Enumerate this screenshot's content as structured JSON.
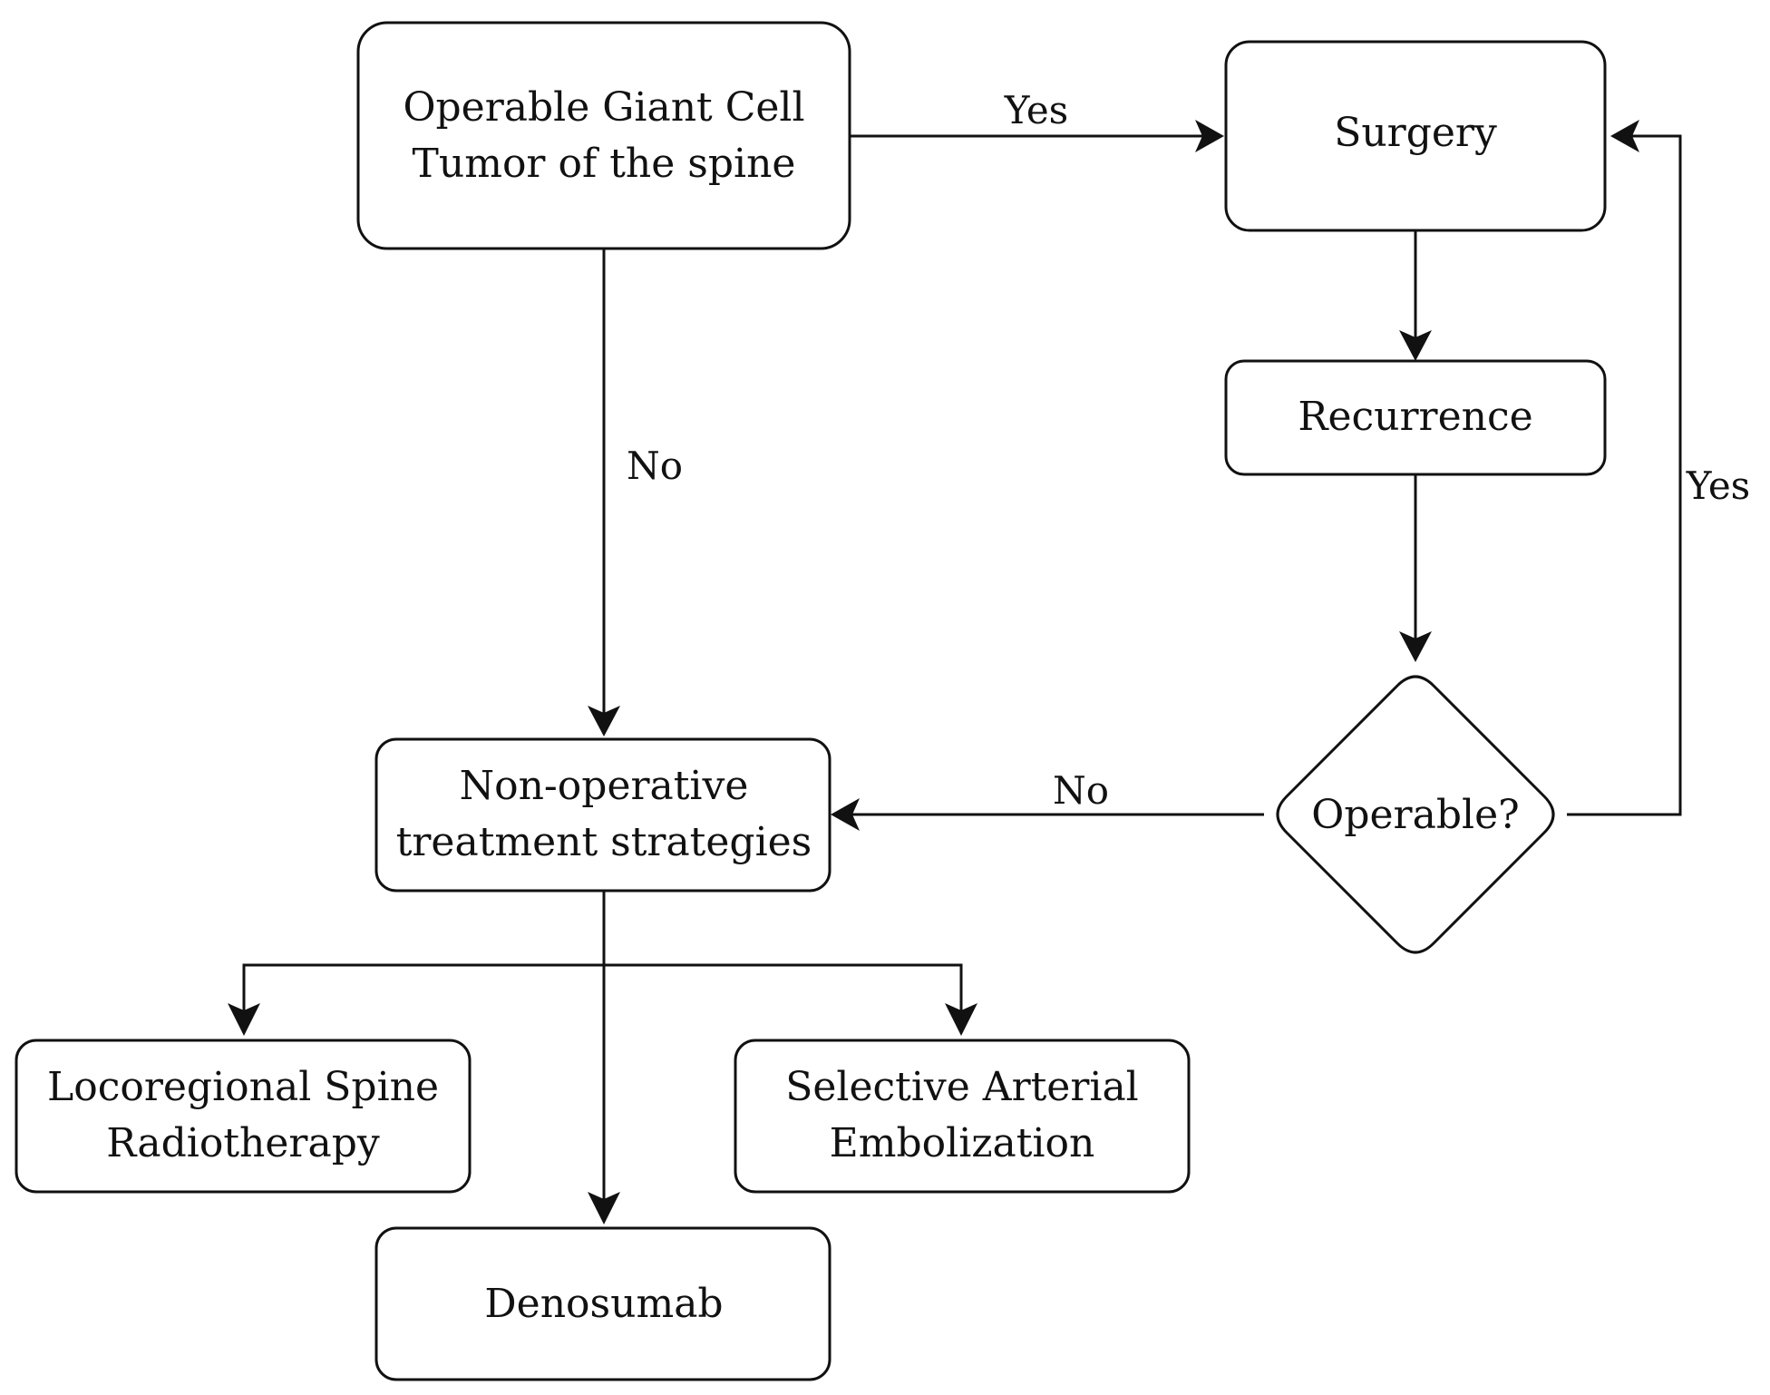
{
  "nodes": {
    "operable_gct": {
      "line1": "Operable Giant Cell",
      "line2": "Tumor of the spine"
    },
    "surgery": {
      "label": "Surgery"
    },
    "recurrence": {
      "label": "Recurrence"
    },
    "operable_decision": {
      "label": "Operable?"
    },
    "non_operative": {
      "line1": "Non-operative",
      "line2": "treatment strategies"
    },
    "radiotherapy": {
      "line1": "Locoregional Spine",
      "line2": "Radiotherapy"
    },
    "embolization": {
      "line1": "Selective Arterial",
      "line2": "Embolization"
    },
    "denosumab": {
      "label": "Denosumab"
    }
  },
  "edges": {
    "gct_to_surgery": {
      "label": "Yes"
    },
    "gct_to_nonop": {
      "label": "No"
    },
    "decision_to_nonop": {
      "label": "No"
    },
    "decision_to_surgery": {
      "label": "Yes"
    }
  }
}
